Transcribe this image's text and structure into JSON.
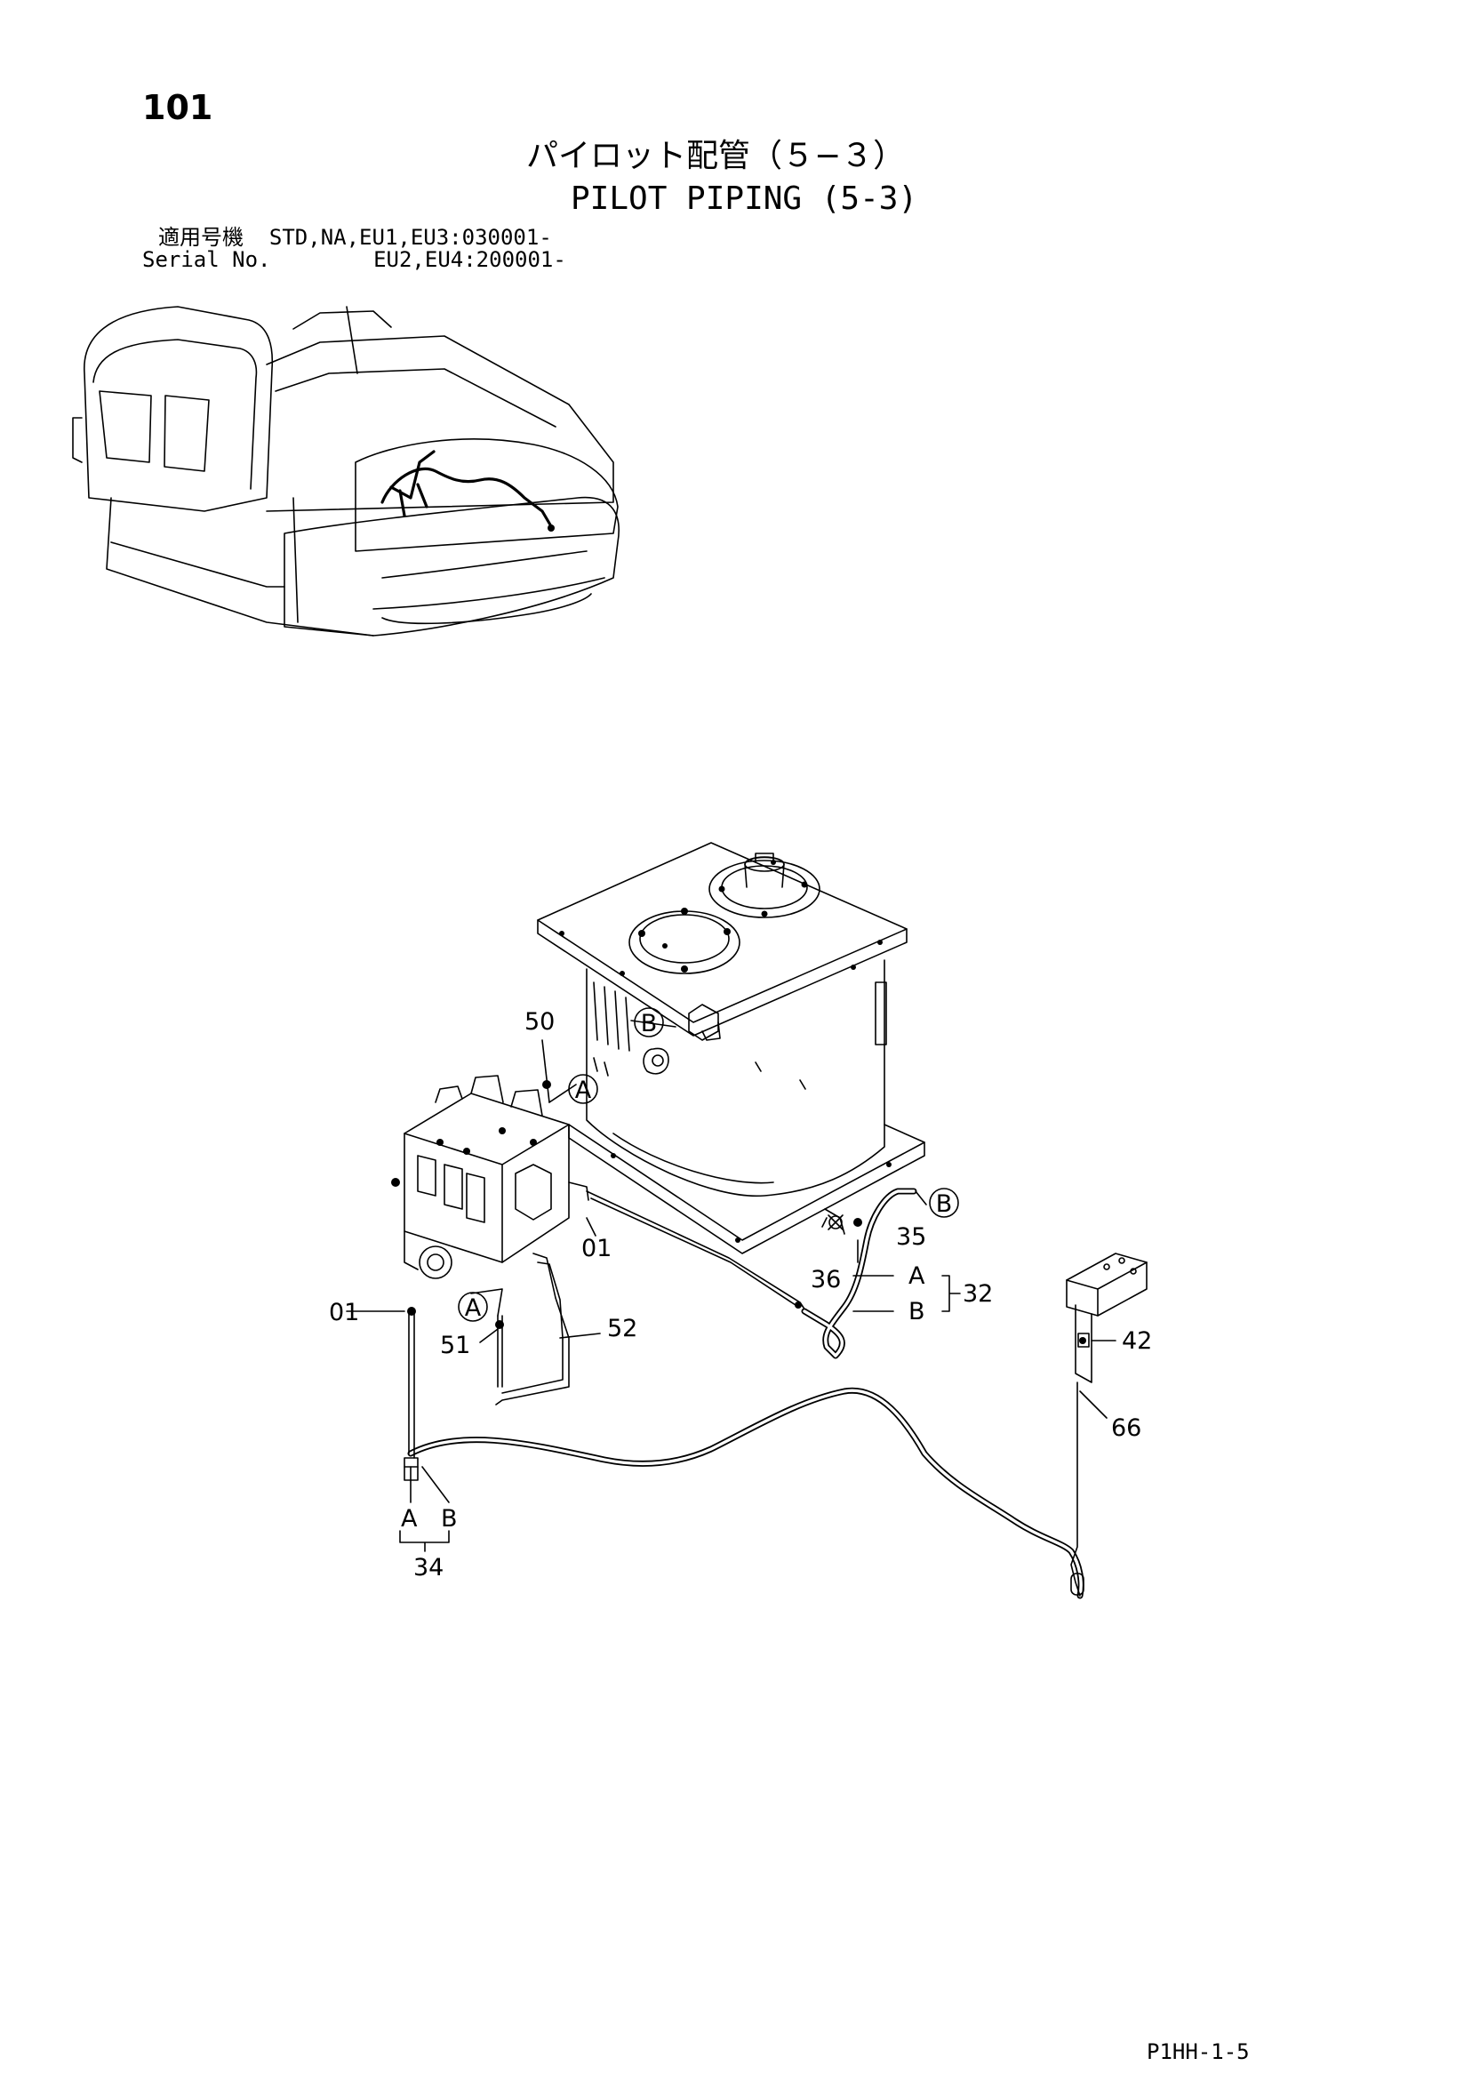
{
  "page_number": "101",
  "title_jp": "パイロット配管（５−３）",
  "title_en": "PILOT PIPING (5-3)",
  "serial": {
    "line1": "適用号機  STD,NA,EU1,EU3:030001-",
    "line2": "Serial No.        EU2,EU4:200001-"
  },
  "callouts": {
    "c50": "50",
    "c01a": "01",
    "c01b": "01",
    "c51": "51",
    "c52": "52",
    "c35": "35",
    "c36": "36",
    "c32": "32",
    "c34": "34",
    "c42": "42",
    "c66": "66",
    "hose32_a": "A",
    "hose32_b": "B",
    "hose34_a": "A",
    "hose34_b": "B"
  },
  "connection_markers": {
    "marker_a_top": "A",
    "marker_b_top": "B",
    "marker_a_bottom": "A",
    "marker_b_right": "B"
  },
  "footer_code": "P1HH-1-5"
}
